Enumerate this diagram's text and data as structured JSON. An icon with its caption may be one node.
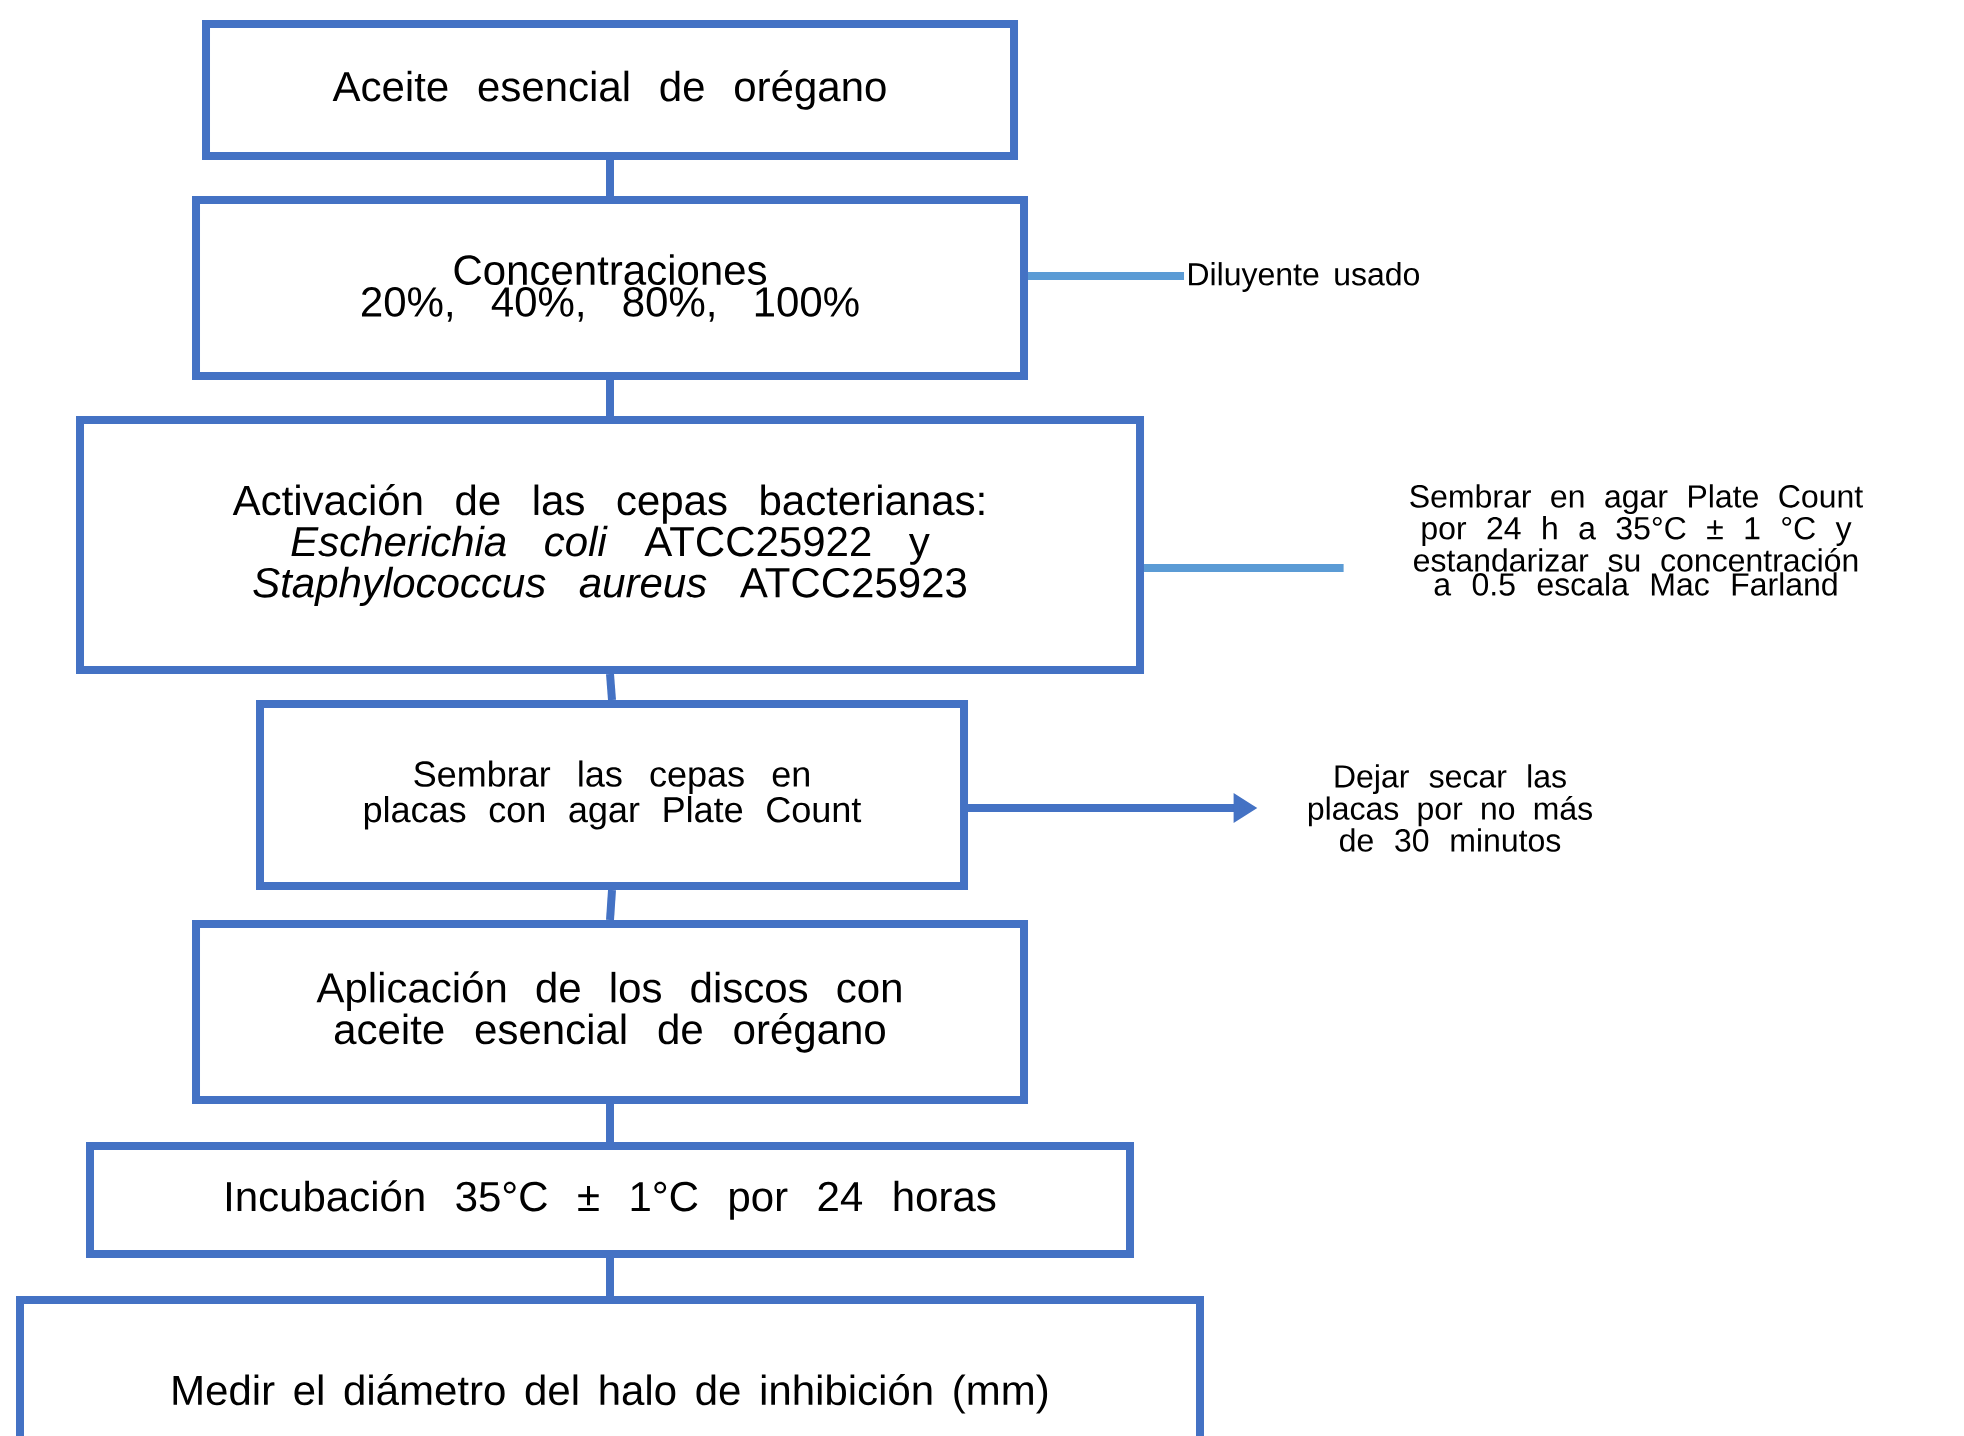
{
  "diagram": {
    "nodes": [
      {
        "text": [
          "Aceite esencial de orégano"
        ]
      },
      {
        "text": [
          "Concentraciones",
          "20%, 40%, 80%, 100%"
        ]
      },
      {
        "text": [
          "Activación de las cepas bacterianas: *Escherichia coli* ATCC25922 y *Staphylococcus aureus* ATCC25923"
        ]
      },
      {
        "text": [
          "Sembrar las cepas en placas con agar Plate Count"
        ]
      },
      {
        "text": [
          "Aplicación de los discos con aceite esencial de orégano"
        ]
      },
      {
        "text": [
          "Incubación 35°C ± 1°C por 24 horas"
        ]
      },
      {
        "text": [
          "Medir el diámetro del halo de inhibición (mm)"
        ]
      },
      {
        "text": [
          "Diluyente usado"
        ]
      },
      {
        "text": [
          "Sembrar en agar Plate Count por 24 h a 35°C ± 1 °C y estandarizar su concentración a 0.5 escala Mac Farland"
        ]
      },
      {
        "text": [
          "Dejar secar las placas por no más de 30 minutos"
        ]
      }
    ],
    "edges": [
      {
        "from": 0,
        "to": 1,
        "arrow": "none"
      },
      {
        "from": 1,
        "to": 2,
        "arrow": "none"
      },
      {
        "from": 2,
        "to": 3,
        "arrow": "none"
      },
      {
        "from": 3,
        "to": 4,
        "arrow": "none"
      },
      {
        "from": 4,
        "to": 5,
        "arrow": "none"
      },
      {
        "from": 5,
        "to": 6,
        "arrow": "none"
      },
      {
        "from": 1,
        "to": 7,
        "arrow": "none",
        "color": "#5b9bd5"
      },
      {
        "from": 2,
        "to": 8,
        "arrow": "none",
        "color": "#5b9bd5"
      },
      {
        "from": 3,
        "to": 9,
        "arrow": "to"
      }
    ]
  }
}
